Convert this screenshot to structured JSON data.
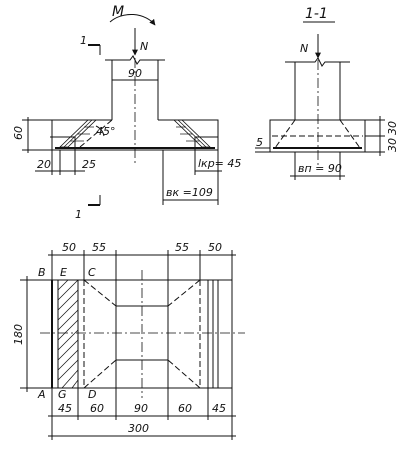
{
  "elevation": {
    "section_mark_top": "1",
    "section_mark_bottom": "1",
    "moment_label": "M",
    "force_label": "N",
    "column_width": "90",
    "height": "60",
    "angle": "45°",
    "ledge_left": "20",
    "step_left": "25",
    "anchor_label": "lкр= 45",
    "width_label": "вк =109"
  },
  "section": {
    "title": "1-1",
    "force_label": "N",
    "dim_top": "30",
    "dim_bottom": "30",
    "dim_left": "5",
    "width_label": "вп = 90"
  },
  "plan": {
    "top_dims": [
      "50",
      "55",
      "55",
      "50"
    ],
    "corner_B": "B",
    "corner_E": "E",
    "corner_C": "C",
    "corner_A": "A",
    "corner_G": "G",
    "corner_D": "D",
    "height": "180",
    "bottom_dims": [
      "45",
      "60",
      "90",
      "60",
      "45"
    ],
    "total_width": "300"
  }
}
